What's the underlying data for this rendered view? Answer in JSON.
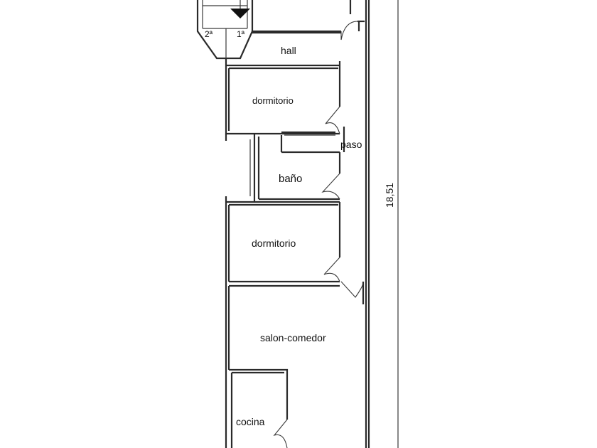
{
  "rooms": {
    "stair_left": "2ª",
    "stair_right": "1ª",
    "hall": "hall",
    "dormitorio_1": "dormitorio",
    "paso": "paso",
    "bano": "baño",
    "dormitorio_2": "dormitorio",
    "salon": "salon-comedor",
    "cocina": "cocina"
  },
  "dimensions": {
    "total_length": "18,51"
  },
  "colors": {
    "wall": "#2a2a2a",
    "background": "#ffffff",
    "arrow": "#111111"
  }
}
